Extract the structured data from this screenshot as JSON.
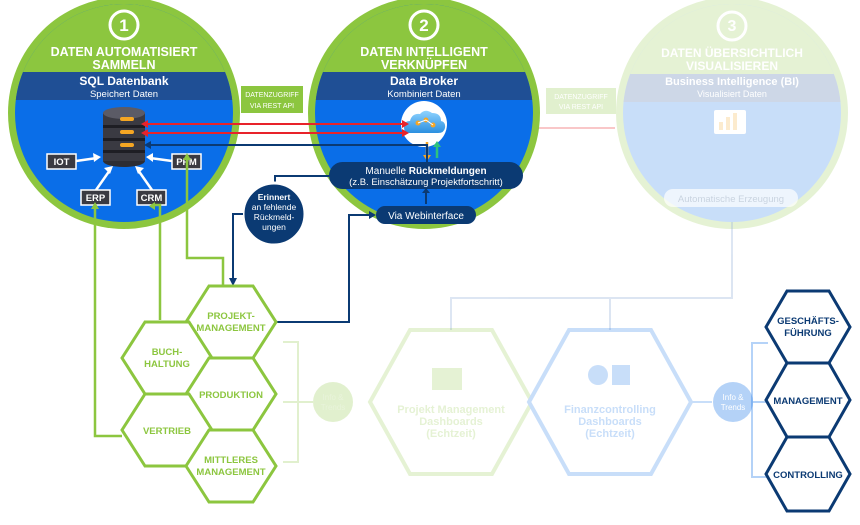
{
  "colors": {
    "green": "#8cc63f",
    "blue": "#0a6ee8",
    "navy": "#0b3a73",
    "band": "#1f4f95",
    "faded": "#dfe8f5",
    "red": "#e8232a"
  },
  "steps": [
    {
      "number": "1",
      "title_line1": "DATEN AUTOMATISIERT",
      "title_line2": "SAMMELN",
      "subtitle": "SQL Datenbank",
      "subtitle2": "Speichert Daten"
    },
    {
      "number": "2",
      "title_line1": "DATEN INTELLIGENT",
      "title_line2": "VERKNÜPFEN",
      "subtitle": "Data Broker",
      "subtitle2": "Kombiniert Daten"
    },
    {
      "number": "3",
      "title_line1": "DATEN ÜBERSICHTLICH",
      "title_line2": "VISUALISIEREN",
      "subtitle": "Business Intelligence (BI)",
      "subtitle2": "Visualisiert Daten"
    }
  ],
  "sources": [
    "IOT",
    "ERP",
    "CRM",
    "PPM"
  ],
  "api_label1": {
    "line1": "DATENZUGRIFF",
    "line2": "VIA REST API"
  },
  "api_label2": {
    "line1": "DATENZUGRIFF",
    "line2": "VIA REST API"
  },
  "manual": {
    "line1": "Manuelle ",
    "line1_bold": "Rückmeldungen",
    "line2": "(z.B. Einschätzung Projektfortschritt)"
  },
  "webinterface": "Via Webinterface",
  "reminder": [
    "Erinnert",
    "an fehlende",
    "Rückmeld-",
    "ungen"
  ],
  "auto_generation": "Automatische Erzeugung",
  "departments": [
    {
      "line1": "PROJEKT-",
      "line2": "MANAGEMENT"
    },
    {
      "line1": "BUCH-",
      "line2": "HALTUNG"
    },
    {
      "line1": "PRODUKTION",
      "line2": ""
    },
    {
      "line1": "VERTRIEB",
      "line2": ""
    },
    {
      "line1": "MITTLERES",
      "line2": "MANAGEMENT"
    }
  ],
  "info_trends": {
    "line1": "Info &",
    "line2": "Trends"
  },
  "dashboards": [
    {
      "line1": "Projekt Management",
      "line2": "Dashboards",
      "line3": "(Echtzeit)"
    },
    {
      "line1": "Finanzcontrolling",
      "line2": "Dashboards",
      "line3": "(Echtzeit)"
    }
  ],
  "roles": [
    {
      "line1": "GESCHÄFTS-",
      "line2": "FÜHRUNG"
    },
    {
      "line1": "MANAGEMENT",
      "line2": ""
    },
    {
      "line1": "CONTROLLING",
      "line2": ""
    }
  ]
}
